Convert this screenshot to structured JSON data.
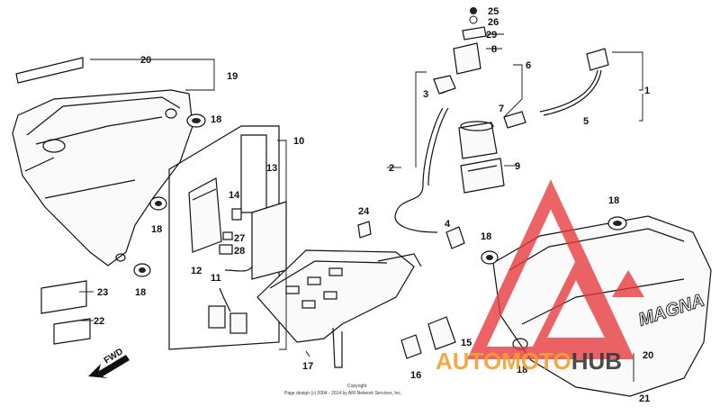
{
  "diagram": {
    "callouts": [
      "1",
      "2",
      "3",
      "4",
      "5",
      "6",
      "7",
      "8",
      "9",
      "10",
      "11",
      "12",
      "13",
      "14",
      "15",
      "16",
      "17",
      "18",
      "19",
      "20",
      "21",
      "22",
      "23",
      "24",
      "25",
      "26",
      "27",
      "28",
      "29"
    ],
    "fwd_label": "FWD",
    "tank_logo": "MAGNA",
    "footer_line1": "Copyright",
    "footer_line2": "Page design (c) 2004 - 2014 by ARI Network Services, Inc."
  },
  "watermark": {
    "text_a": "AUTOMOTO",
    "text_b": "HUB",
    "color_main": "#f2a033",
    "color_second": "#3a3a3a",
    "logo_color": "#e8383b"
  }
}
